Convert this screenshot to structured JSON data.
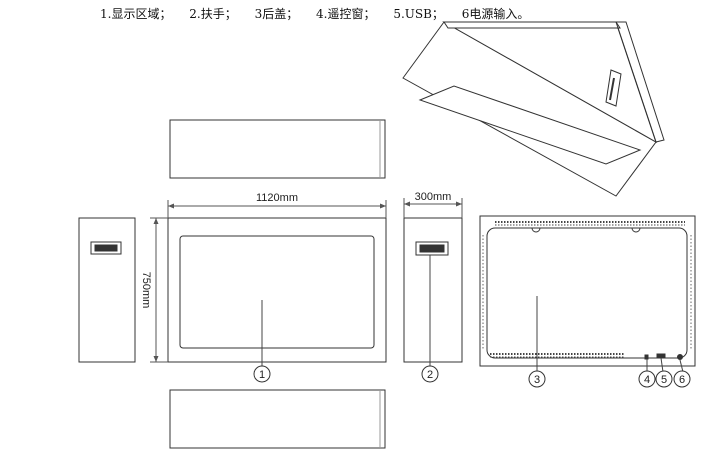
{
  "legend": [
    "1.显示区域；",
    "2.扶手；",
    "3后盖；",
    "4.遥控窗；",
    "5.USB；",
    "6电源输入。"
  ],
  "dimensions": {
    "width": "1120mm",
    "height": "750mm",
    "depth": "300mm"
  },
  "callouts": [
    "1",
    "2",
    "3",
    "4",
    "5",
    "6"
  ]
}
